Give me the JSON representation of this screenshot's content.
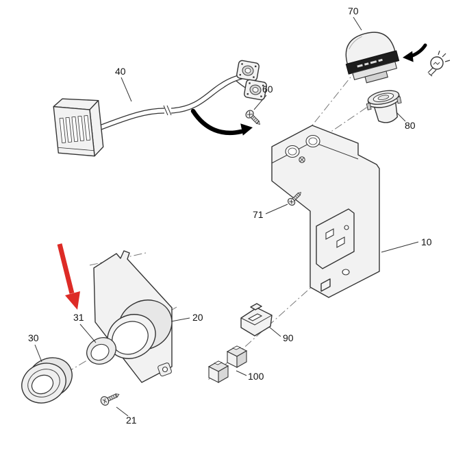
{
  "page": {
    "background": "#ffffff"
  },
  "diagram": {
    "kind": "exploded-parts-diagram",
    "labels": {
      "p10": "10",
      "p20": "20",
      "p21": "21",
      "p30": "30",
      "p31": "31",
      "p40": "40",
      "p60": "60",
      "p70": "70",
      "p71": "71",
      "p80": "80",
      "p90": "90",
      "p100": "100"
    },
    "colors": {
      "outline": "#333333",
      "part_fill": "#f2f2f2",
      "red_arrow": "#dd2b26",
      "cap_band": "#1d1d1d",
      "centerline": "#777777",
      "background": "#ffffff"
    },
    "icons": {
      "bulb": "light-bulb-icon",
      "pointer": "red-pointer-arrow",
      "flow_right": "curved-arrow-right",
      "flow_left": "curved-arrow-left"
    }
  }
}
